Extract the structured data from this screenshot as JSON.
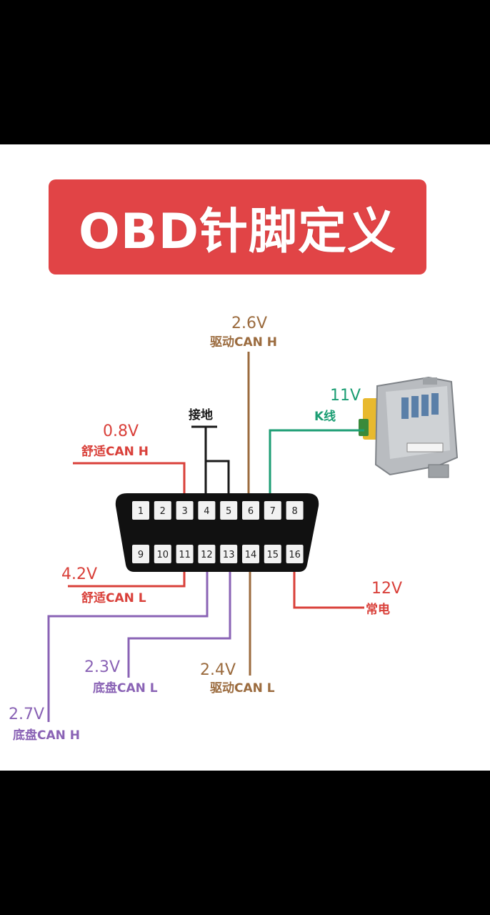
{
  "title": "OBD针脚定义",
  "colors": {
    "background_dark": "#000000",
    "panel": "#ffffff",
    "title_bg": "#e14446",
    "wire_brown": "#9b6b3e",
    "wire_red": "#d9403a",
    "wire_purple": "#8a63b5",
    "wire_green": "#1c9e74",
    "wire_black": "#1a1a1a",
    "connector": "#111111"
  },
  "pins_top": [
    "1",
    "2",
    "3",
    "4",
    "5",
    "6",
    "7",
    "8"
  ],
  "pins_bottom": [
    "9",
    "10",
    "11",
    "12",
    "13",
    "14",
    "15",
    "16"
  ],
  "labels": {
    "drive_can_h": {
      "voltage": "2.6V",
      "name": "驱动CAN H"
    },
    "ground": {
      "name": "接地"
    },
    "kline": {
      "voltage": "11V",
      "name": "K线"
    },
    "comfort_can_h": {
      "voltage": "0.8V",
      "name": "舒适CAN H"
    },
    "comfort_can_l": {
      "voltage": "4.2V",
      "name": "舒适CAN L"
    },
    "constant_power": {
      "voltage": "12V",
      "name": "常电"
    },
    "chassis_can_l": {
      "voltage": "2.3V",
      "name": "底盘CAN L"
    },
    "drive_can_l": {
      "voltage": "2.4V",
      "name": "驱动CAN L"
    },
    "chassis_can_h": {
      "voltage": "2.7V",
      "name": "底盘CAN H"
    }
  }
}
